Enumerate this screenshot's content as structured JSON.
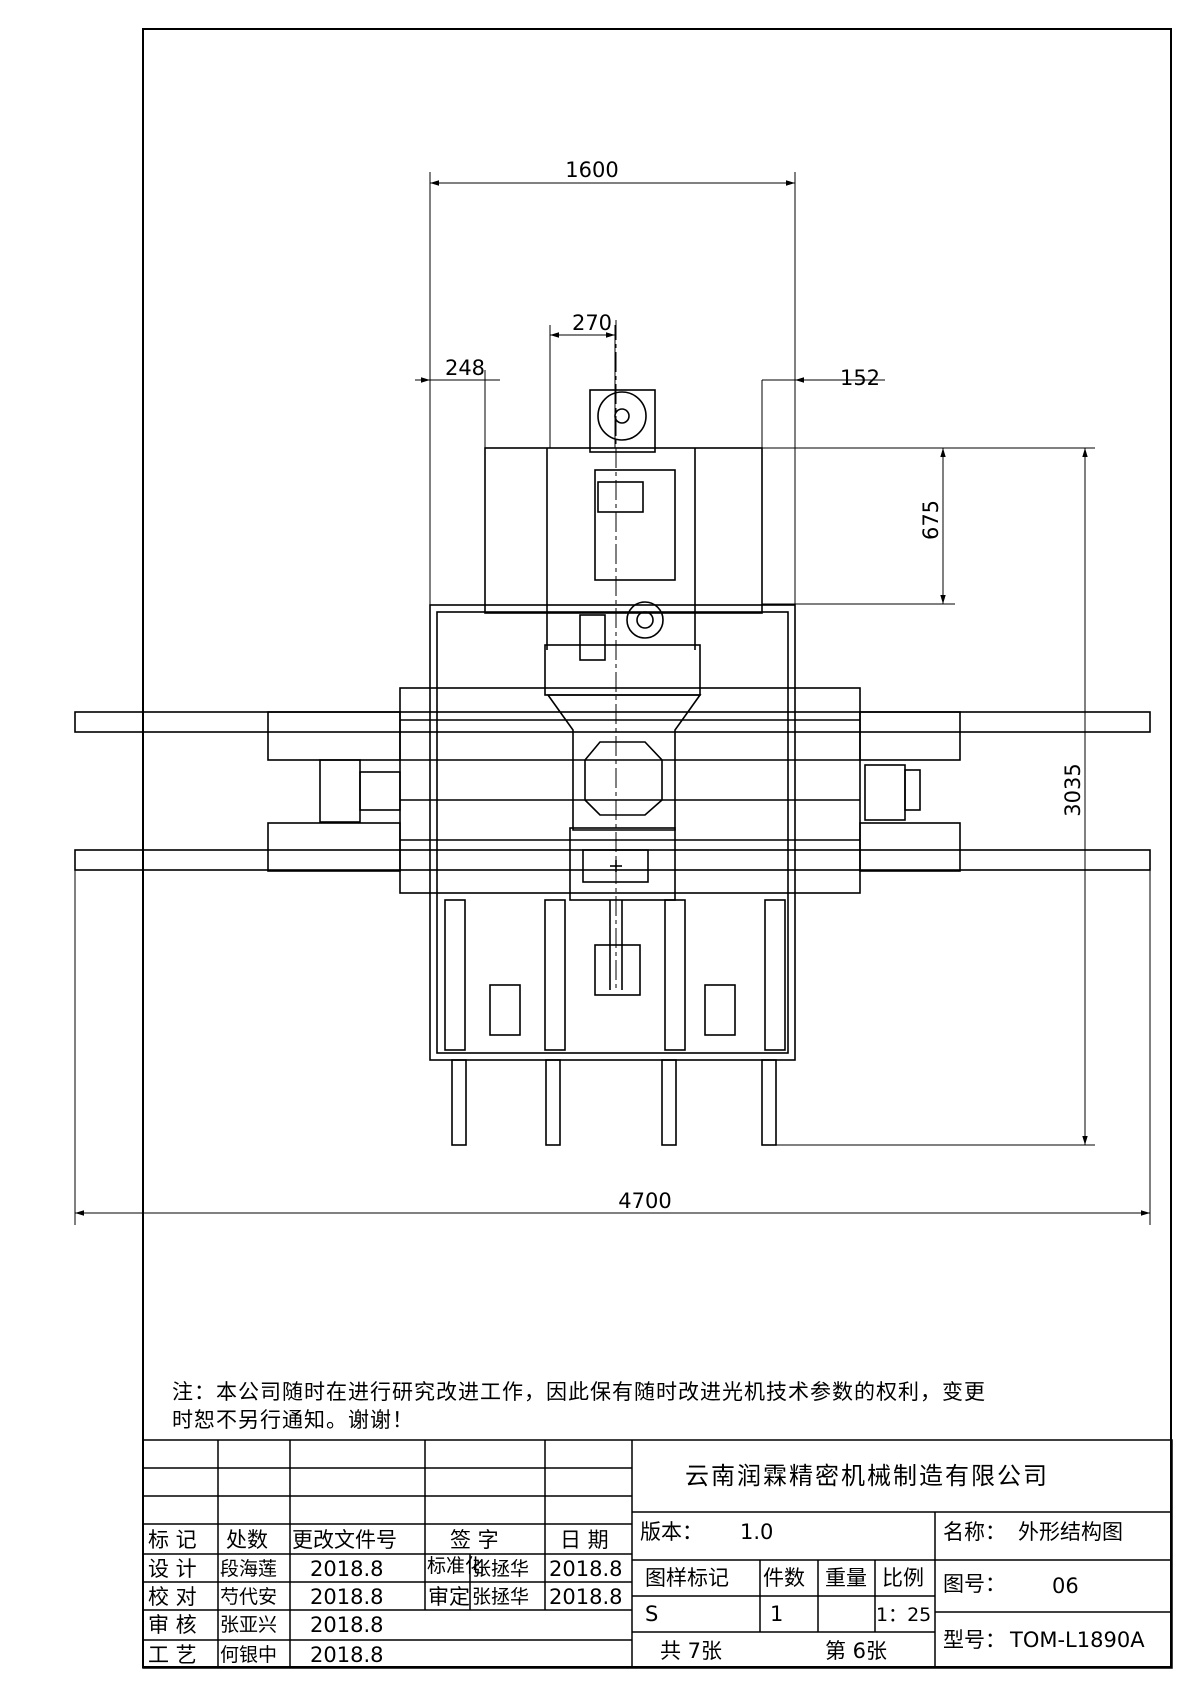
{
  "dimensions": {
    "overall_width": "4700",
    "overall_height": "3035",
    "top_width": "1600",
    "spindle_width": "270",
    "left_offset": "248",
    "right_offset": "152",
    "top_depth": "675"
  },
  "note": {
    "line1": "注：本公司随时在进行研究改进工作，因此保有随时改进光机技术参数的权利，变更",
    "line2": "时恕不另行通知。谢谢！"
  },
  "title_block": {
    "company": "云南润霖精密机械制造有限公司",
    "headers": {
      "mark": "标 记",
      "count": "处数",
      "change_doc": "更改文件号",
      "sign": "签 字",
      "date": "日 期"
    },
    "rows": [
      {
        "role": "设 计",
        "name": "段海莲",
        "date": "2018.8"
      },
      {
        "role": "校 对",
        "name": "芍代安",
        "date": "2018.8"
      },
      {
        "role": "审 核",
        "name": "张亚兴",
        "date": "2018.8"
      },
      {
        "role": "工 艺",
        "name": "何银中",
        "date": "2018.8"
      }
    ],
    "standardize": {
      "label": "标准化",
      "name": "张拯华",
      "date": "2018.8"
    },
    "approve": {
      "label": "审定",
      "name": "张拯华",
      "date": "2018.8"
    },
    "version_label": "版本：",
    "version_value": "1.0",
    "drawing_mark_label": "图样标记",
    "qty_label": "件数",
    "weight_label": "重量",
    "scale_label": "比例",
    "drawing_mark_value": "S",
    "qty_value": "1",
    "scale_value": "1：25",
    "total_sheets": "共 7张",
    "sheet_no": "第 6张",
    "name_label": "名称：",
    "name_value": "外形结构图",
    "drawing_no_label": "图号：",
    "drawing_no_value": "06",
    "model_label": "型号：",
    "model_value": "TOM-L1890A"
  }
}
